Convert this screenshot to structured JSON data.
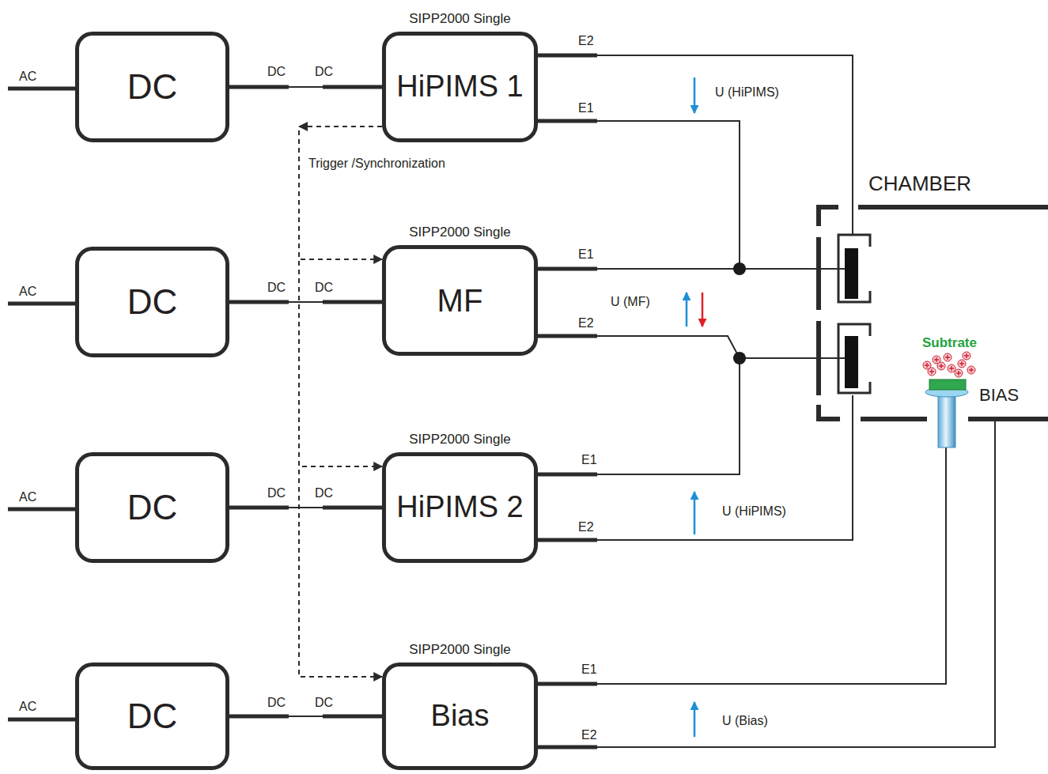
{
  "diagram": {
    "nodes": [
      {
        "text": [
          "DC"
        ]
      },
      {
        "text": [
          "SIPP2000 Single",
          "HiPIMS 1"
        ]
      },
      {
        "text": [
          "DC"
        ]
      },
      {
        "text": [
          "SIPP2000 Single",
          "MF"
        ]
      },
      {
        "text": [
          "DC"
        ]
      },
      {
        "text": [
          "SIPP2000 Single",
          "HiPIMS 2"
        ]
      },
      {
        "text": [
          "DC"
        ]
      },
      {
        "text": [
          "SIPP2000 Single",
          "Bias"
        ]
      }
    ],
    "edges": [
      {
        "from": 0,
        "to": 1,
        "arrow": "none"
      },
      {
        "from": 2,
        "to": 3,
        "arrow": "none"
      },
      {
        "from": 4,
        "to": 5,
        "arrow": "none"
      },
      {
        "from": 6,
        "to": 7,
        "arrow": "none"
      },
      {
        "from": 1,
        "to": 3,
        "arrow": "to",
        "label": "Trigger /Synchronization"
      },
      {
        "from": 1,
        "to": 5,
        "arrow": "to"
      },
      {
        "from": 1,
        "to": 7,
        "arrow": "to"
      }
    ],
    "labels": [
      "AC",
      "DC",
      "DC",
      "E2",
      "U (HiPIMS)",
      "E1",
      "CHAMBER",
      "AC",
      "DC",
      "DC",
      "E1",
      "U (MF)",
      "E2",
      "Subtrate",
      "BIAS",
      "AC",
      "DC",
      "DC",
      "E1",
      "U (HiPIMS)",
      "E2",
      "AC",
      "DC",
      "DC",
      "E1",
      "U (Bias)",
      "E2"
    ]
  }
}
